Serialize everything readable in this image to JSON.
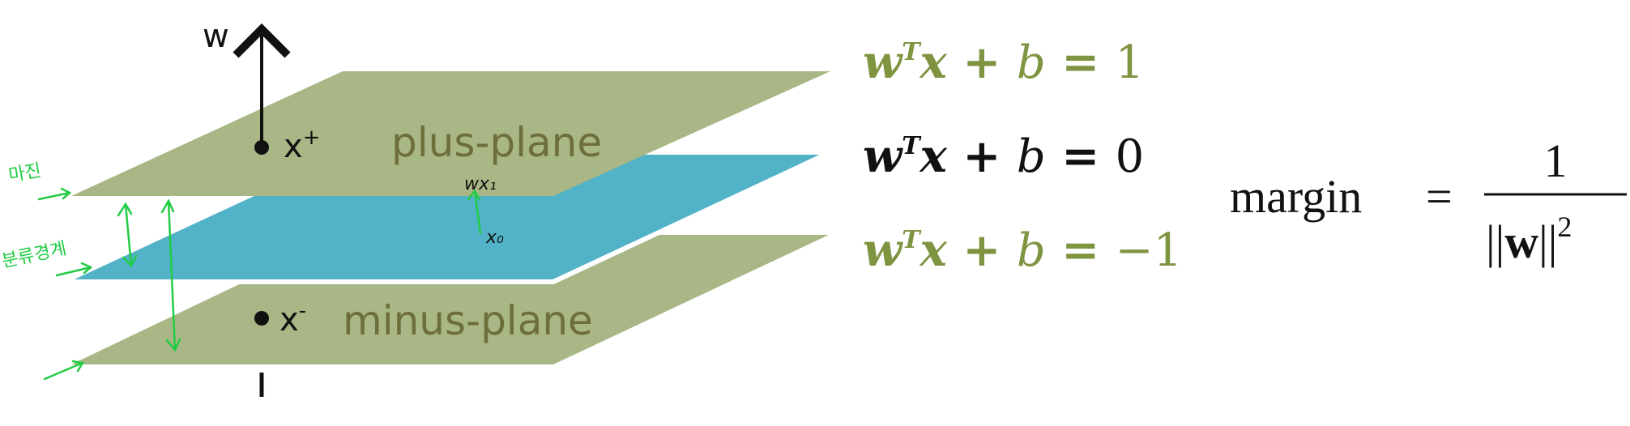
{
  "axis": {
    "label": "w"
  },
  "planes": {
    "plus": {
      "label": "plus-plane",
      "color": "#a8b785"
    },
    "boundary": {
      "color": "#52b2c7"
    },
    "minus": {
      "label": "minus-plane",
      "color": "#a8b785"
    },
    "label_color": "#6e6e3c"
  },
  "points": {
    "plus": {
      "label": "x",
      "sup": "+"
    },
    "minus": {
      "label": "x",
      "sup": "-"
    }
  },
  "equations": [
    {
      "lhs_w": "w",
      "lhs_T": "T",
      "lhs_x": "x",
      "rest": " + ",
      "b": "b",
      "eq": " = ",
      "rhs": "1",
      "color": "#7f9441"
    },
    {
      "lhs_w": "w",
      "lhs_T": "T",
      "lhs_x": "x",
      "rest": " + ",
      "b": "b",
      "eq": " = ",
      "rhs": "0",
      "color": "#111111"
    },
    {
      "lhs_w": "w",
      "lhs_T": "T",
      "lhs_x": "x",
      "rest": " + ",
      "b": "b",
      "eq": " = ",
      "rhs": "−1",
      "color": "#7f9441"
    }
  ],
  "margin_formula": {
    "lhs": "margin",
    "equals": "=",
    "numerator": "1",
    "denominator_left": "||",
    "denominator_w": "w",
    "denominator_right": "||",
    "exponent": "2"
  },
  "annotations": {
    "color": "#22cc44",
    "margin_label": "마진",
    "boundary_label": "분류경계",
    "w_note": "wx₁",
    "x_note": "x₀"
  }
}
